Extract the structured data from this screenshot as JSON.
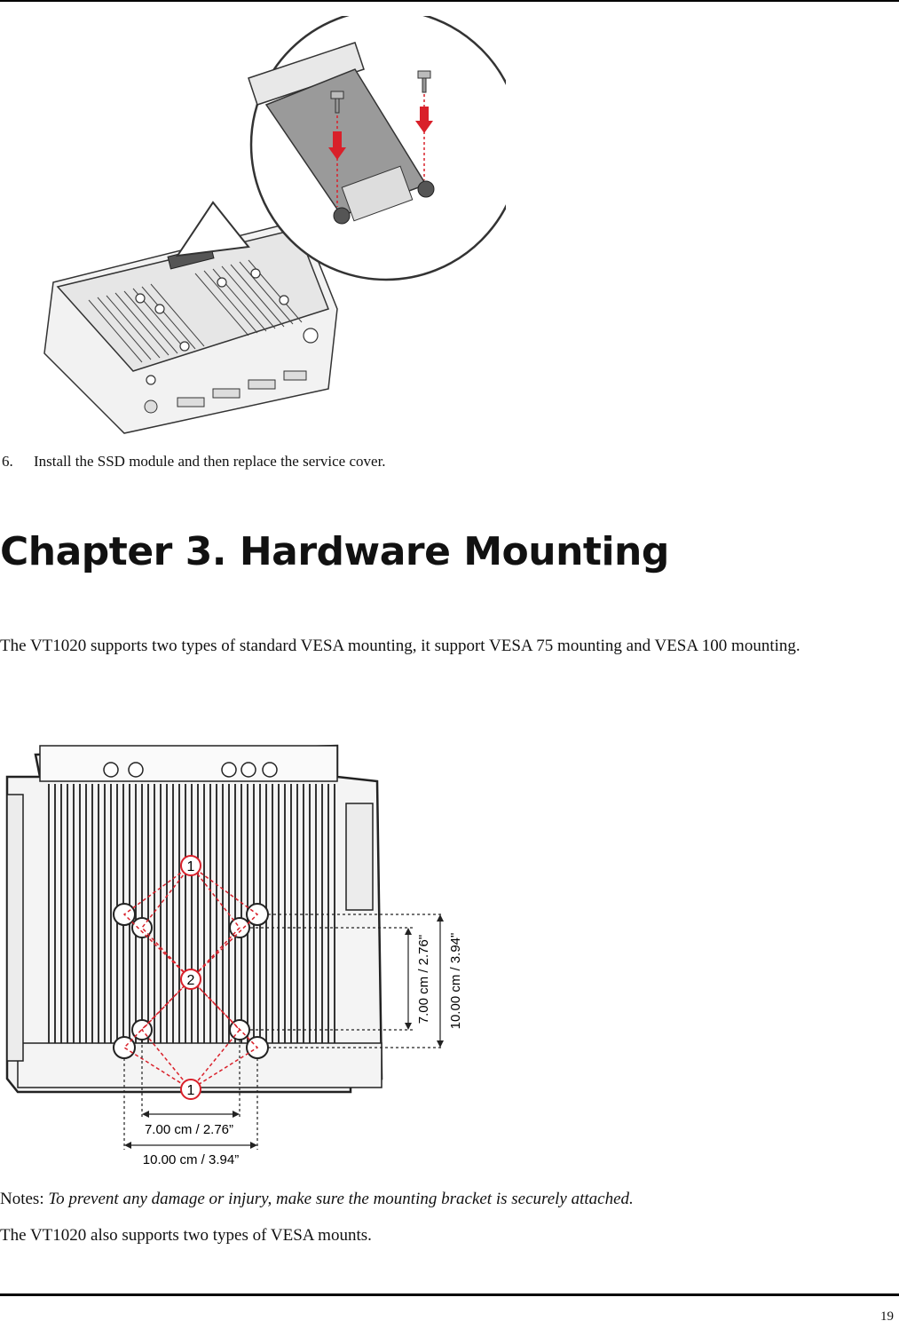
{
  "step": {
    "number": "6.",
    "text": "Install the SSD module and then replace the service cover."
  },
  "chapter_title": "Chapter 3. Hardware Mounting",
  "intro_paragraph": "The VT1020 supports two types of standard VESA mounting, it support VESA 75 mounting and VESA 100 mounting.",
  "figure": {
    "callout_1": "1",
    "callout_2": "2",
    "callout_1b": "1",
    "dim_h_small": "7.00 cm / 2.76”",
    "dim_h_large": "10.00 cm / 3.94”",
    "dim_v_small": "7.00 cm / 2.76\"",
    "dim_v_large": "10.00 cm / 3.94\""
  },
  "notes": {
    "label": "Notes: ",
    "text": "To prevent any damage or injury, make sure the mounting bracket is securely attached."
  },
  "support_text": "The VT1020 also supports two types of VESA mounts.",
  "page_number": "19",
  "colors": {
    "accent_red": "#d9202a",
    "line": "#000000"
  }
}
